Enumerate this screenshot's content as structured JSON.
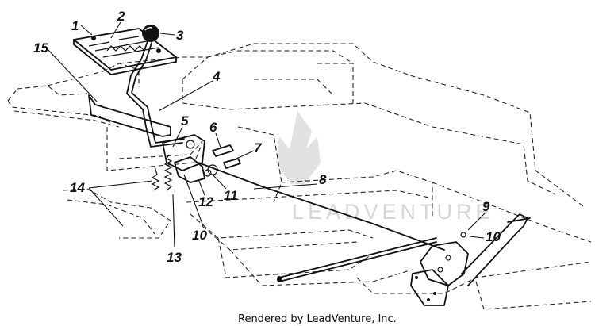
{
  "diagram": {
    "callouts": [
      {
        "id": "1",
        "label": "1"
      },
      {
        "id": "2",
        "label": "2"
      },
      {
        "id": "3",
        "label": "3"
      },
      {
        "id": "4",
        "label": "4"
      },
      {
        "id": "5",
        "label": "5"
      },
      {
        "id": "6",
        "label": "6"
      },
      {
        "id": "7",
        "label": "7"
      },
      {
        "id": "8",
        "label": "8"
      },
      {
        "id": "9",
        "label": "9"
      },
      {
        "id": "10a",
        "label": "10"
      },
      {
        "id": "10b",
        "label": "10"
      },
      {
        "id": "11",
        "label": "11"
      },
      {
        "id": "12",
        "label": "12"
      },
      {
        "id": "13",
        "label": "13"
      },
      {
        "id": "14",
        "label": "14"
      },
      {
        "id": "15",
        "label": "15"
      }
    ],
    "watermark": "LEADVENTURE",
    "footer": "Rendered by LeadVenture, Inc."
  }
}
